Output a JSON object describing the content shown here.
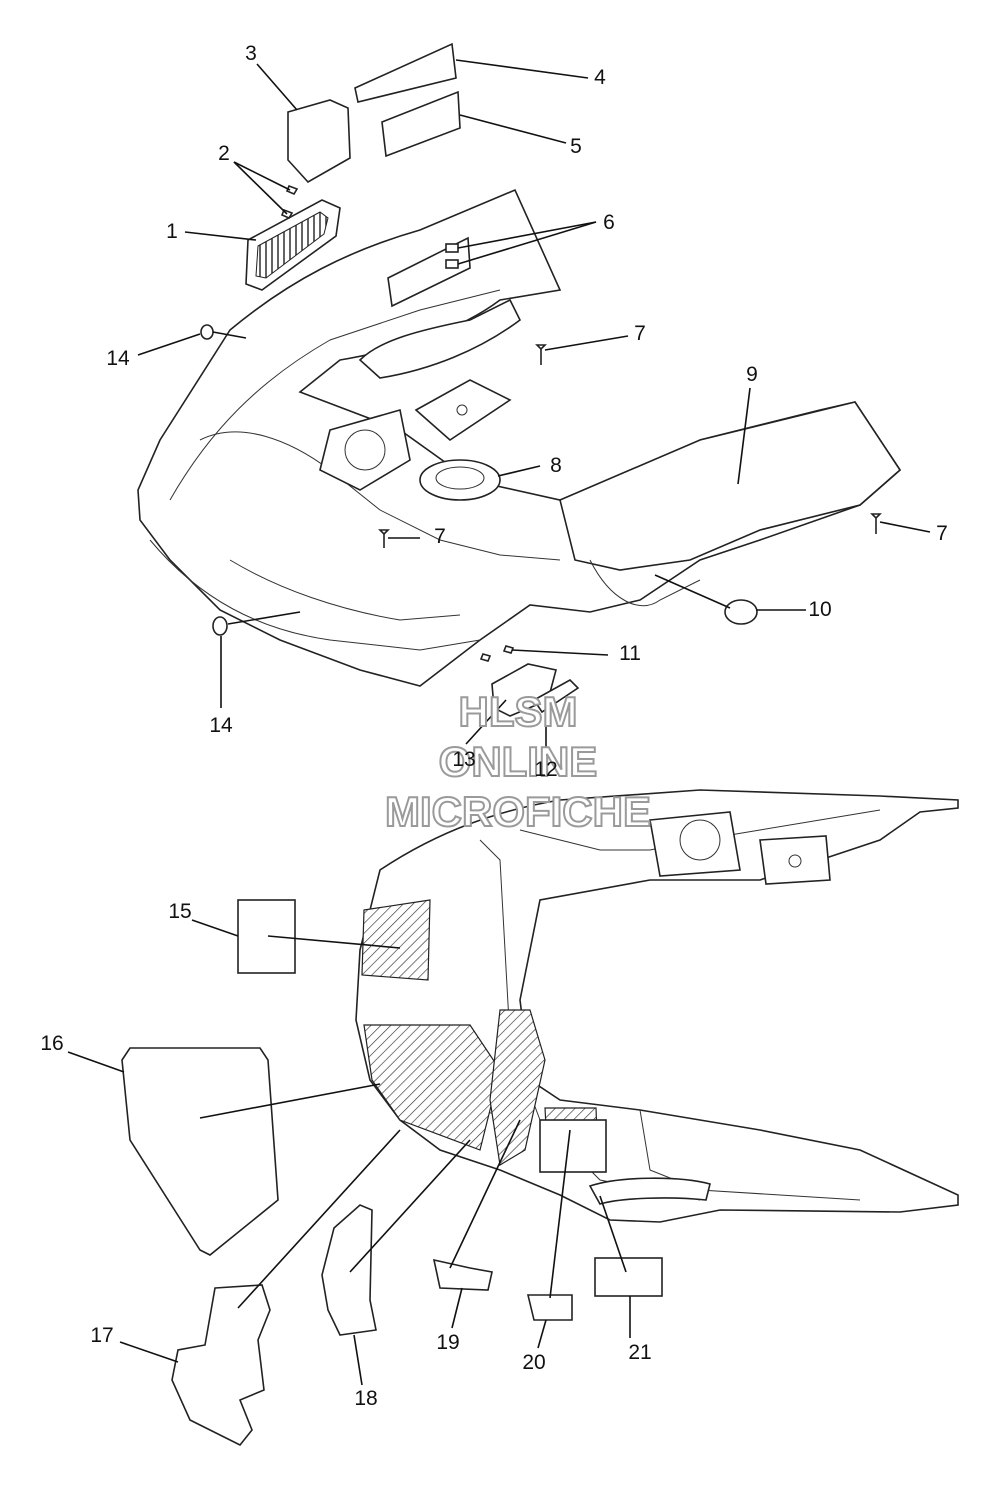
{
  "watermark": {
    "line1": "HLSM",
    "line2": "ONLINE",
    "line3": "MICROFICHE"
  },
  "callouts": [
    "1",
    "2",
    "3",
    "4",
    "5",
    "6",
    "7",
    "7",
    "7",
    "8",
    "9",
    "10",
    "11",
    "12",
    "13",
    "14",
    "14",
    "15",
    "16",
    "17",
    "18",
    "19",
    "20",
    "21"
  ]
}
